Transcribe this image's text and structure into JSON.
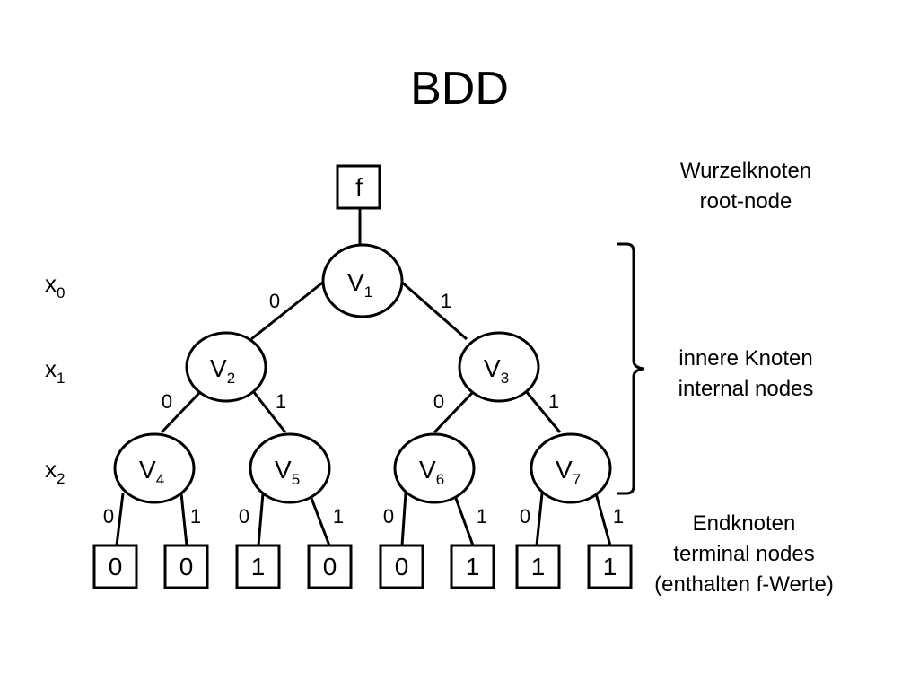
{
  "slide": {
    "title": "BDD"
  },
  "root": {
    "label": "f"
  },
  "annotations": {
    "root_de": "Wurzelknoten",
    "root_en": "root-node",
    "internal_de": "innere Knoten",
    "internal_en": "internal nodes",
    "terminal_de": "Endknoten",
    "terminal_en": "terminal nodes",
    "terminal_note": "(enthalten f-Werte)"
  },
  "variables": [
    {
      "name": "x",
      "sub": "0"
    },
    {
      "name": "x",
      "sub": "1"
    },
    {
      "name": "x",
      "sub": "2"
    }
  ],
  "nodes": [
    {
      "name": "V",
      "sub": "1"
    },
    {
      "name": "V",
      "sub": "2"
    },
    {
      "name": "V",
      "sub": "3"
    },
    {
      "name": "V",
      "sub": "4"
    },
    {
      "name": "V",
      "sub": "5"
    },
    {
      "name": "V",
      "sub": "6"
    },
    {
      "name": "V",
      "sub": "7"
    }
  ],
  "edge_labels": {
    "v1_low": "0",
    "v1_high": "1",
    "v2_low": "0",
    "v2_high": "1",
    "v3_low": "0",
    "v3_high": "1",
    "v4_low": "0",
    "v4_high": "1",
    "v5_low": "0",
    "v5_high": "1",
    "v6_low": "0",
    "v6_high": "1",
    "v7_low": "0",
    "v7_high": "1"
  },
  "terminals": [
    "0",
    "0",
    "1",
    "0",
    "0",
    "1",
    "1",
    "1"
  ]
}
